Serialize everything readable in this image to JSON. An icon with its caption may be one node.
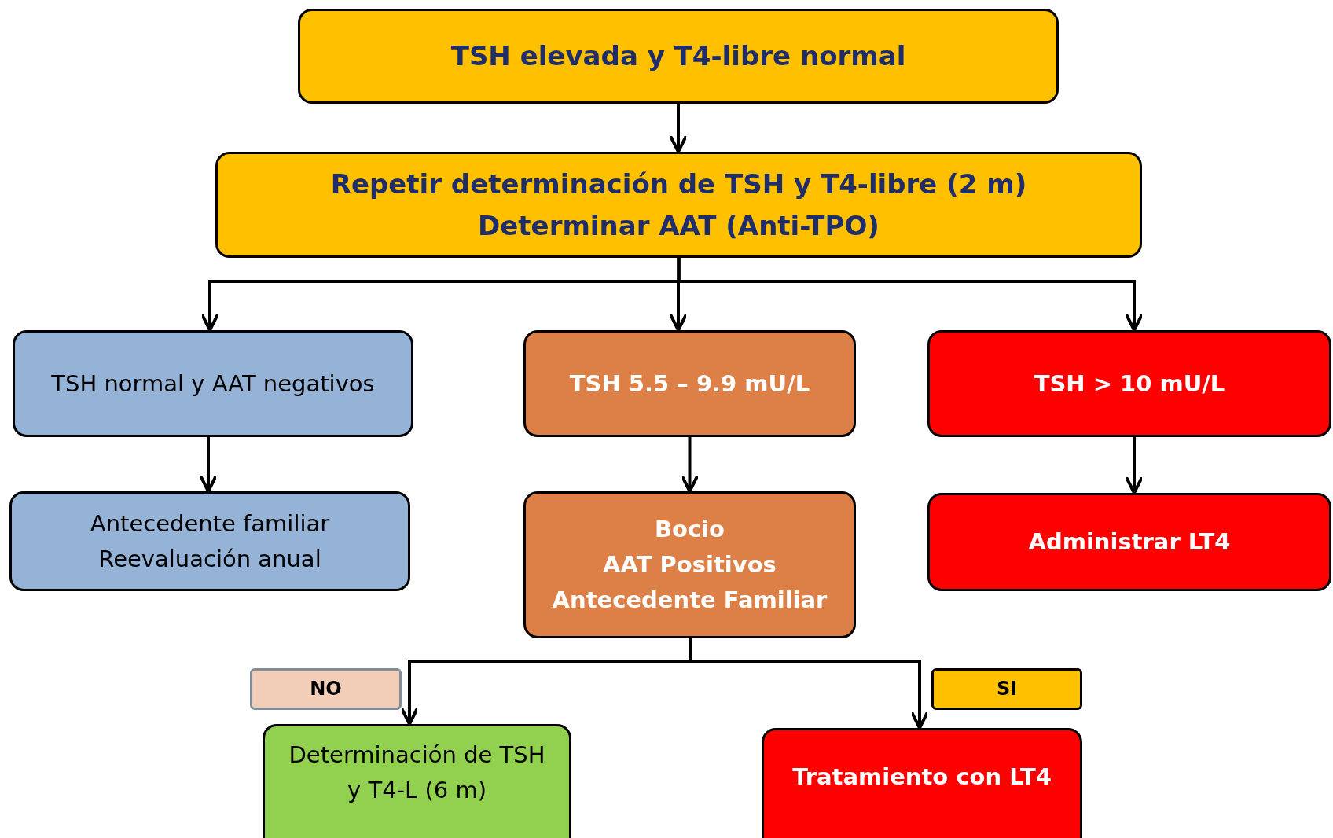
{
  "diagram": {
    "nodes": [
      {
        "text": [
          "TSH elevada y T4-libre normal"
        ]
      },
      {
        "text": [
          "Repetir determinación de TSH y T4-libre (2 m)",
          "Determinar AAT (Anti-TPO)"
        ]
      },
      {
        "text": [
          "TSH normal y AAT negativos"
        ]
      },
      {
        "text": [
          "TSH 5.5 – 9.9 mU/L"
        ]
      },
      {
        "text": [
          "TSH > 10 mU/L"
        ]
      },
      {
        "text": [
          "Antecedente familiar",
          "Reevaluación anual"
        ]
      },
      {
        "text": [
          "Bocio",
          "AAT Positivos",
          "Antecedente Familiar"
        ]
      },
      {
        "text": [
          "Administrar LT4"
        ]
      },
      {
        "text": [
          "NO"
        ]
      },
      {
        "text": [
          "Determinación de TSH y T4-L (6 m)"
        ]
      },
      {
        "text": [
          "SI"
        ]
      },
      {
        "text": [
          "Tratamiento con LT4"
        ]
      }
    ],
    "edges": [
      {
        "from": 0,
        "to": 1,
        "arrow": "to"
      },
      {
        "from": 1,
        "to": 2,
        "arrow": "to"
      },
      {
        "from": 1,
        "to": 3,
        "arrow": "to"
      },
      {
        "from": 1,
        "to": 4,
        "arrow": "to"
      },
      {
        "from": 2,
        "to": 5,
        "arrow": "to"
      },
      {
        "from": 3,
        "to": 6,
        "arrow": "to"
      },
      {
        "from": 4,
        "to": 7,
        "arrow": "to"
      },
      {
        "from": 6,
        "to": 9,
        "arrow": "to"
      },
      {
        "from": 6,
        "to": 11,
        "arrow": "to"
      }
    ]
  }
}
